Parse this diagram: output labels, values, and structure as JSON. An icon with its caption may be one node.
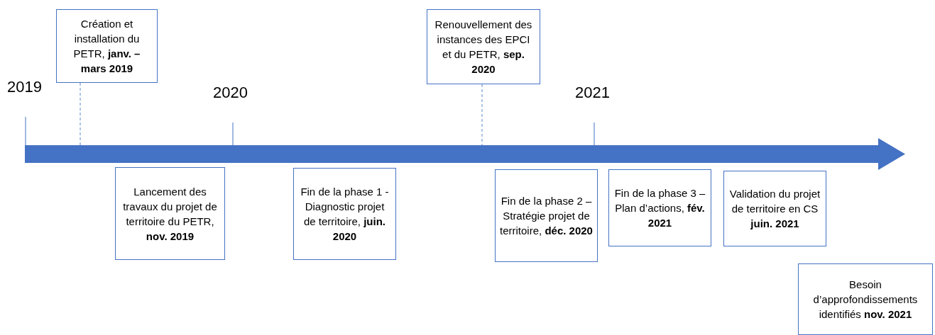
{
  "diagram": {
    "nodes": [
      {
        "text": [
          "Création et installation du PETR, **janv. – mars 2019**"
        ]
      },
      {
        "text": [
          "Renouvellement des instances des EPCI et du PETR, **sep. 2020**"
        ]
      },
      {
        "text": [],
        "shape": "arrow"
      },
      {
        "text": [
          "Lancement des travaux du projet de territoire du PETR, **nov. 2019**"
        ]
      },
      {
        "text": [
          "Fin de la phase 1 - Diagnostic projet de territoire, **juin. 2020**"
        ]
      },
      {
        "text": [
          "Fin de la phase 2 – Stratégie projet de territoire, **déc. 2020**"
        ]
      },
      {
        "text": [
          "Fin de la phase 3 – Plan d’actions, **fév. 2021**"
        ]
      },
      {
        "text": [
          "Validation du projet de territoire en CS **juin. 2021**"
        ]
      },
      {
        "text": [
          "Besoin d’approfondissements identifiés **nov. 2021**"
        ]
      }
    ],
    "edges": [
      {
        "from": 0,
        "to": 2,
        "arrow": "none",
        "style": "dashed"
      },
      {
        "from": 1,
        "to": 2,
        "arrow": "none",
        "style": "dashed"
      }
    ],
    "labels": [
      "2019",
      "2020",
      "2021"
    ]
  }
}
